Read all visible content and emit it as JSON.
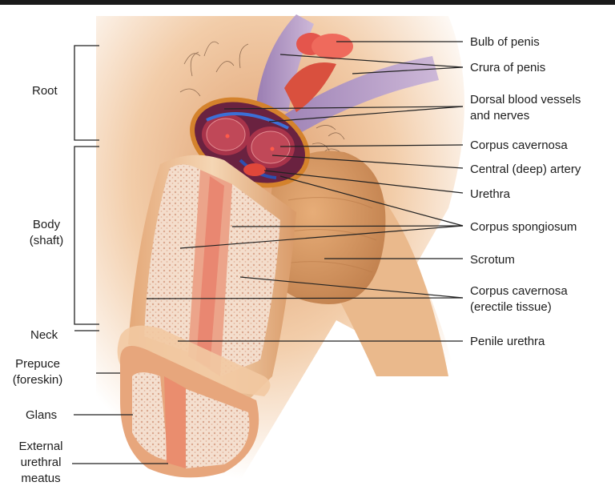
{
  "labels": {
    "bulb_of_penis": "Bulb of penis",
    "crura_of_penis": "Crura of penis",
    "dorsal_vessels_line1": "Dorsal blood vessels",
    "dorsal_vessels_line2": "and nerves",
    "corpus_cavernosa_top": "Corpus cavernosa",
    "central_artery": "Central (deep) artery",
    "urethra": "Urethra",
    "corpus_spongiosum": "Corpus spongiosum",
    "scrotum": "Scrotum",
    "corpus_cavernosa_erectile_line1": "Corpus cavernosa",
    "corpus_cavernosa_erectile_line2": "(erectile tissue)",
    "penile_urethra": "Penile urethra",
    "root": "Root",
    "body_line1": "Body",
    "body_line2": "(shaft)",
    "neck": "Neck",
    "prepuce_line1": "Prepuce",
    "prepuce_line2": "(foreskin)",
    "glans": "Glans",
    "meatus_line1": "External",
    "meatus_line2": "urethral",
    "meatus_line3": "meatus"
  },
  "colors": {
    "skin": "#e9b98a",
    "skin_shadow": "#c98d5c",
    "crura": "#a88ab8",
    "bulb": "#e8584f",
    "spongy_tissue": "#f2d9c8",
    "urethra_channel": "#e8806a",
    "cross_section_red": "#a8233a",
    "leader_line": "#222222"
  }
}
